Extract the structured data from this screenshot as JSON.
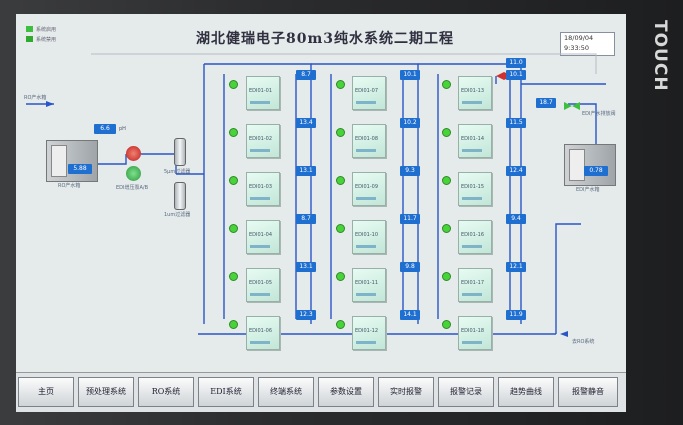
{
  "bezel": {
    "touch_label": "TOUCH"
  },
  "legend": [
    {
      "label": "系统启用",
      "color": "#3fbf3f"
    },
    {
      "label": "系统禁用",
      "color": "#2faa2f"
    }
  ],
  "title": "湖北健瑞电子80m3纯水系统二期工程",
  "date": "18/09/04",
  "time": "9:33:50",
  "left_unit": {
    "inlet_label": "RO产水箱",
    "ph_value": "6.6",
    "ph_unit": "pH",
    "tank_value": "5.88",
    "tank_label": "RO产水箱",
    "pump_label": "EDI增压泵A/B",
    "filter1_label": "5μm过滤器",
    "filter2_label": "1um过滤器"
  },
  "columns": [
    {
      "top_value": "8.7",
      "cells": [
        "EDI01-01",
        "EDI01-02",
        "EDI01-03",
        "EDI01-04",
        "EDI01-05",
        "EDI01-06"
      ],
      "values": [
        "13.4",
        "13.1",
        "8.7",
        "13.1",
        "12.3"
      ]
    },
    {
      "top_value": "10.1",
      "cells": [
        "EDI01-07",
        "EDI01-08",
        "EDI01-09",
        "EDI01-10",
        "EDI01-11",
        "EDI01-12"
      ],
      "values": [
        "10.2",
        "9.3",
        "11.7",
        "9.8",
        "14.1"
      ]
    },
    {
      "top_value": "10.1",
      "cells": [
        "EDI01-13",
        "EDI01-14",
        "EDI01-15",
        "EDI01-16",
        "EDI01-17",
        "EDI01-18"
      ],
      "values": [
        "11.5",
        "12.4",
        "9.4",
        "12.1",
        "11.9"
      ],
      "extra_value": "11.0"
    }
  ],
  "right_unit": {
    "outlet_value": "18.7",
    "valve_label": "EDI产水排放阀",
    "tank_value": "0.78",
    "tank_label": "EDI产水箱",
    "return_label": "去RO系统"
  },
  "nav": [
    "主页",
    "预处理系统",
    "RO系统",
    "EDI系统",
    "终端系统",
    "参数设置",
    "实时报警",
    "报警记录",
    "趋势曲线",
    "报警静音"
  ]
}
